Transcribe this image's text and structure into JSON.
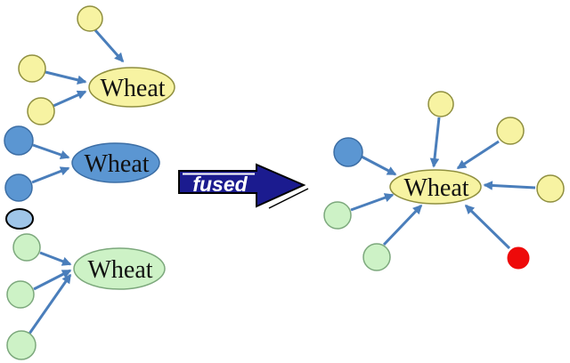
{
  "diagram": {
    "description": "Three source ontologies fused into one merged ontology",
    "palette": {
      "arrow_color": "#4a7ebb",
      "yellow_fill": "#f7f3a2",
      "yellow_border": "#8f8f3f",
      "blue_fill": "#5b96d2",
      "blue_border": "#3c6ea5",
      "green_fill": "#cdf2c6",
      "green_border": "#7ca87c",
      "light_blue_fill": "#9fc5e8",
      "light_blue_border": "#000000",
      "red_fill": "#ee0a0a",
      "fused_fill": "#1b1b8f",
      "fused_border": "#000000",
      "fused_text": "#ffffff"
    },
    "clusters": {
      "left": [
        {
          "ellipse_label": "Wheat",
          "color": "yellow",
          "satellite_count": 3
        },
        {
          "ellipse_label": "Wheat",
          "color": "blue",
          "satellite_count": 2
        },
        {
          "ellipse_label": "Wheat",
          "color": "green",
          "satellite_count": 3
        }
      ],
      "isolated_node_color": "light_blue",
      "right": {
        "ellipse_label": "Wheat",
        "satellite_colors": [
          "blue",
          "yellow",
          "yellow",
          "yellow",
          "green",
          "green",
          "red"
        ]
      }
    },
    "fused": {
      "label": "fused"
    }
  }
}
